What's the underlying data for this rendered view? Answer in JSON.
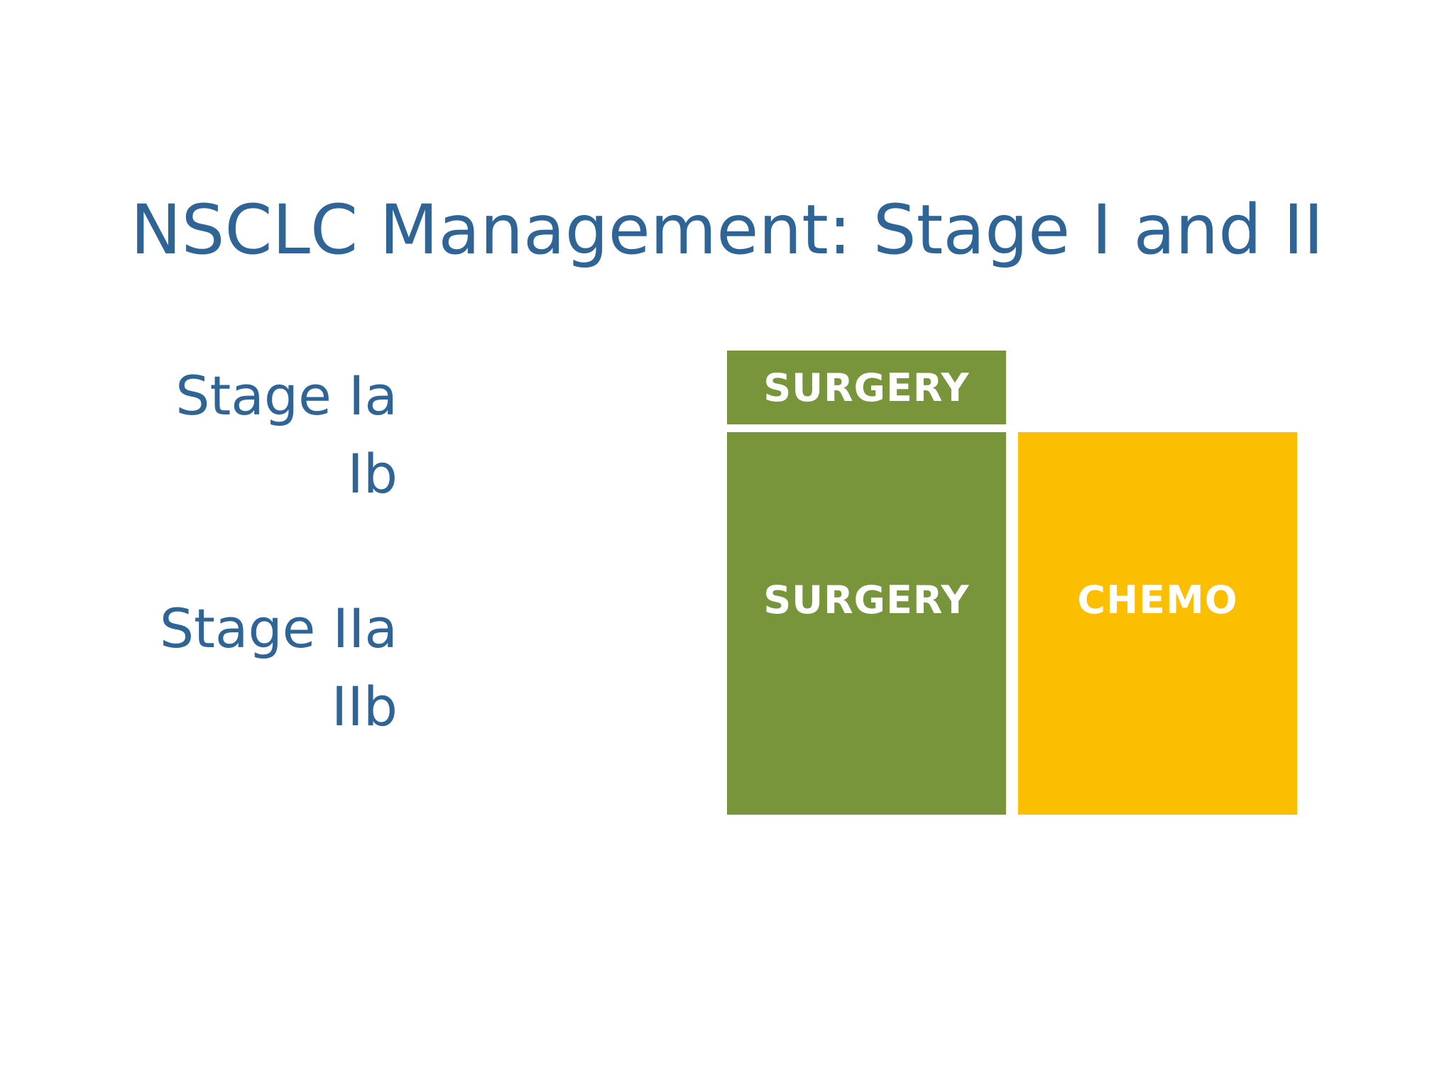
{
  "title": "NSCLC Management: Stage I and II",
  "stages": {
    "ia": "Stage Ia",
    "ib": "Ib",
    "iia": "Stage IIa",
    "iib": "IIb"
  },
  "boxes": {
    "surgery_top": "SURGERY",
    "surgery_main": "SURGERY",
    "chemo": "CHEMO"
  },
  "colors": {
    "title": "#2f6497",
    "surgery": "#78953c",
    "chemo": "#fbbe00",
    "box_text": "#ffffff"
  }
}
